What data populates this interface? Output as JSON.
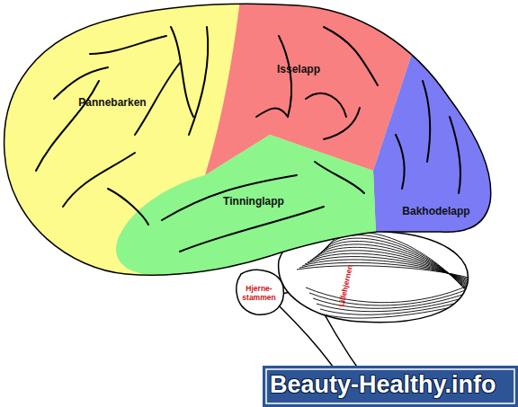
{
  "diagram": {
    "nodes": [
      {
        "text": [
          "Pannebarken"
        ]
      },
      {
        "text": [
          "Isselapp"
        ]
      },
      {
        "text": [
          "Tinninglapp"
        ]
      },
      {
        "text": [
          "Bakhodelapp"
        ]
      },
      {
        "text": [
          "Hjerne- stammen"
        ]
      },
      {
        "text": [
          "Lillehjernen"
        ]
      }
    ],
    "labels": [
      "Beauty-Healthy.info"
    ]
  }
}
